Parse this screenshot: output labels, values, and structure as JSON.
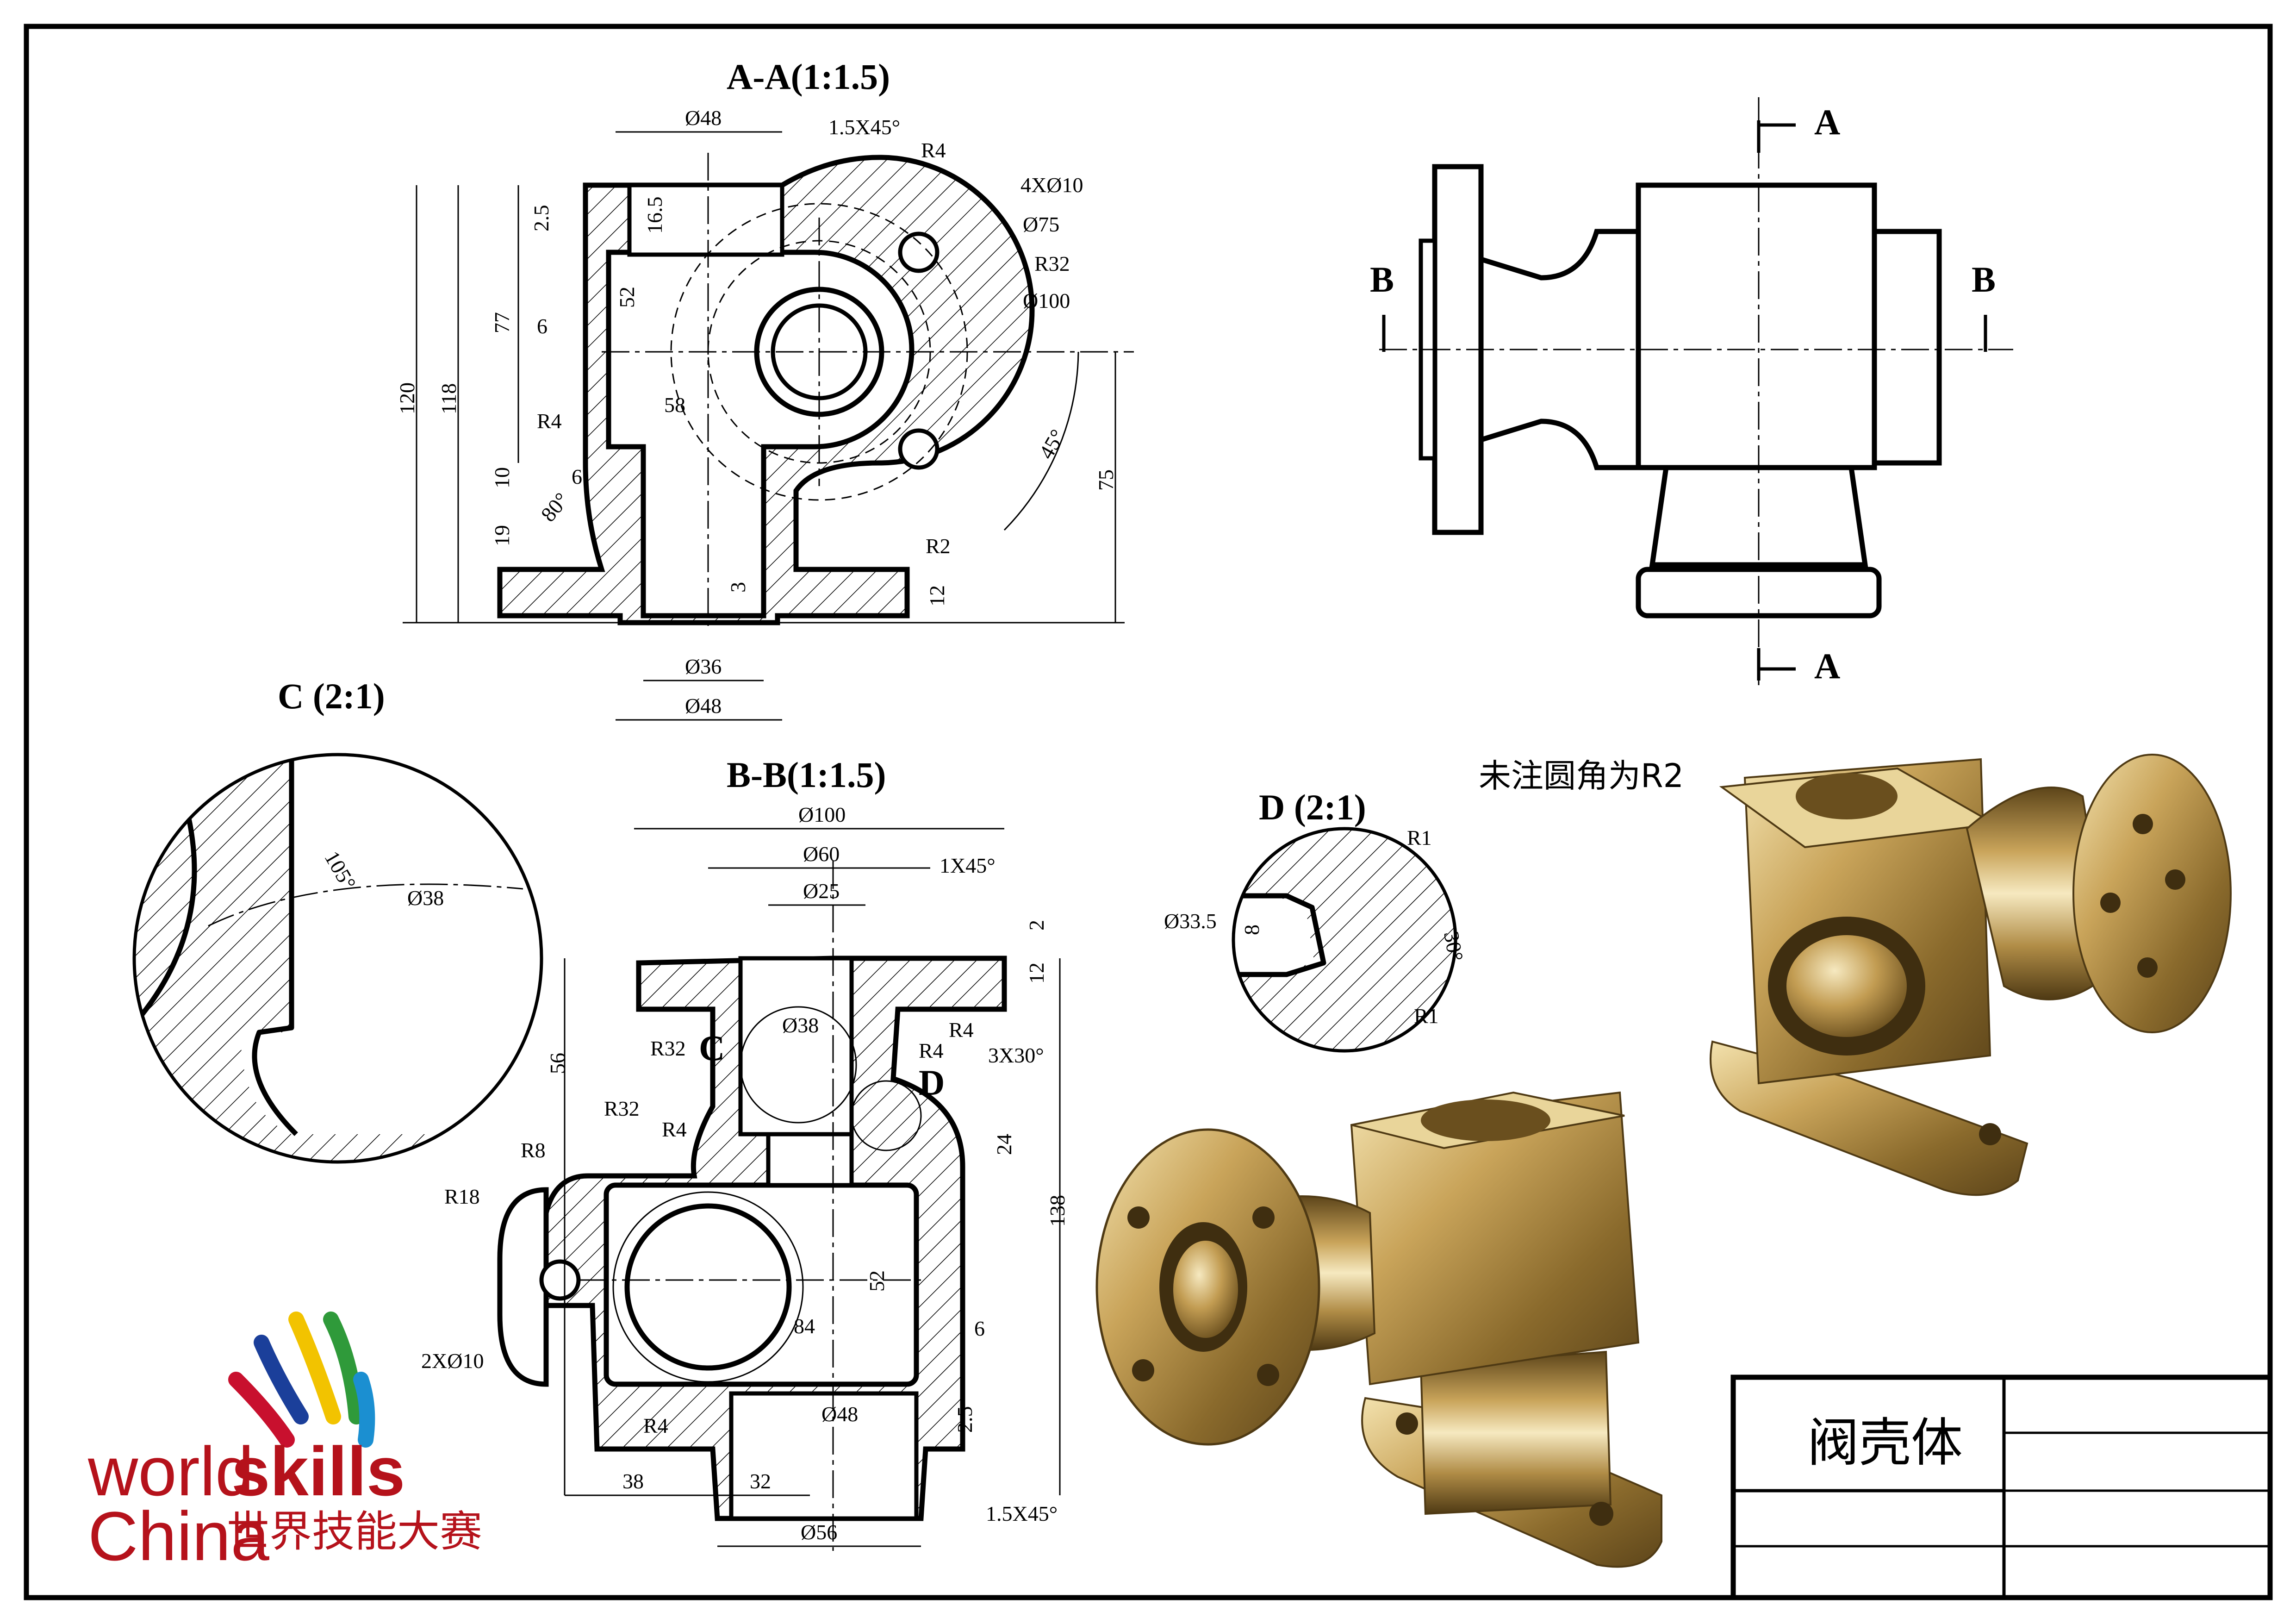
{
  "views": {
    "section_aa": {
      "title": "A-A(1:1.5)",
      "dims": [
        "Ø48",
        "1.5X45°",
        "R4",
        "4XØ10",
        "Ø75",
        "R32",
        "Ø100",
        "2.5",
        "16.5",
        "52",
        "6",
        "77",
        "118",
        "120",
        "58",
        "R4",
        "10",
        "6",
        "80°",
        "19",
        "45°",
        "75",
        "R2",
        "12",
        "3",
        "Ø36",
        "Ø48"
      ]
    },
    "detail_c": {
      "title": "C (2:1)",
      "dims": [
        "105°",
        "Ø38"
      ]
    },
    "section_bb": {
      "title": "B-B(1:1.5)",
      "dims": [
        "Ø100",
        "Ø60",
        "1X45°",
        "Ø25",
        "2",
        "12",
        "Ø38",
        "R4",
        "R32",
        "C",
        "R4",
        "3X30°",
        "D",
        "56",
        "R32",
        "R4",
        "R8",
        "24",
        "138",
        "R18",
        "52",
        "84",
        "6",
        "2XØ10",
        "Ø48",
        "2.5",
        "R4",
        "38",
        "32",
        "Ø56",
        "1.5X45°"
      ]
    },
    "detail_d": {
      "title": "D (2:1)",
      "dims": [
        "R1",
        "Ø33.5",
        "8",
        "30°",
        "R1"
      ]
    },
    "front_view": {
      "labels": [
        "A",
        "A",
        "B",
        "B"
      ]
    }
  },
  "notes": {
    "fillet": "未注圆角为R2"
  },
  "title_block": {
    "part_name": "阀壳体"
  },
  "logo": {
    "world": "world",
    "skills": "skills",
    "china": "China",
    "cn": "世界技能大赛"
  },
  "colors": {
    "line": "#000000",
    "brand_red": "#b5121b",
    "render_gold": "#b08c46"
  }
}
